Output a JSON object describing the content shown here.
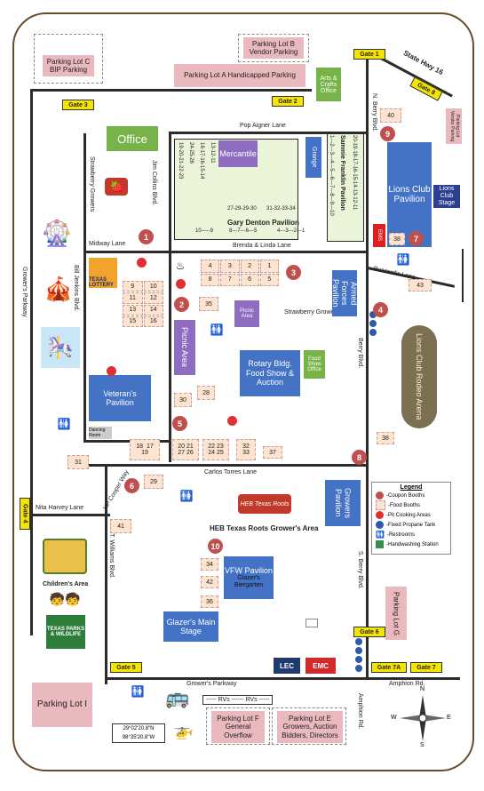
{
  "colors": {
    "road": "#2b2b2b",
    "pavilion": "#4472c4",
    "parking": "#e9b9bd",
    "booth": "#fce4d0",
    "gate": "#f5e400",
    "coupon": "#c0504d",
    "office": "#77b349",
    "picnic": "#8e6cc0"
  },
  "gates": {
    "g1": "Gate 1",
    "g2": "Gate 2",
    "g3": "Gate 3",
    "g4": "Gate 4",
    "g5": "Gate 5",
    "g6": "Gate 6",
    "g7a": "Gate 7A",
    "g7": "Gate 7",
    "g8": "Gate 8"
  },
  "parking": {
    "lot_c": "Parking Lot C BIP Parking",
    "lot_b": "Parking Lot B Vendor Parking",
    "lot_a": "Parking Lot A Handicapped Parking",
    "lot_g": "Parking Lot G",
    "lot_i": "Parking Lot I",
    "lot_f": "Parking Lot F General Overflow",
    "lot_e": "Parking Lot E Growers, Auction Bidders, Directors",
    "vendor_small": "Parking Lot Vendor Parking"
  },
  "roads": {
    "hwy16": "State Hwy 16",
    "pop_aigner": "Pop Aigner Lane",
    "n_berry": "N. Berry Blvd.",
    "jim_collins": "Jim Collins Blvd.",
    "midway": "Midway Lane",
    "brenda_linda": "Brenda & Linda Lane",
    "buzzard": "Buzzard's Lane",
    "bill_jenkins": "Bill Jenkins Blvd.",
    "growers_parkway_v": "Grower's Parkway",
    "berry_blvd": "Berry Blvd.",
    "carlos_torres": "Carlos Torres Lane",
    "nita_harvey": "Nita Harvey Lane",
    "hp_cooper": "HP Cooper Way",
    "t_williams": "T. Williams Blvd.",
    "s_berry": "S. Berry Blvd.",
    "growers_parkway_h": "Grower's Parkway",
    "amphion_rd": "Amphion Rd.",
    "amphion_rd_v": "Amphion Rd."
  },
  "buildings": {
    "office": "Office",
    "arts_crafts": "Arts & Crafts Office",
    "mercantile": "Mercantile",
    "grange": "Grange",
    "gary_denton": "Gary Denton Pavilion",
    "sammie_franklin": "Sammie Franklin Pavilion",
    "lions_club_pavilion": "Lions Club Pavilion",
    "lions_club_stage": "Lions Club Stage",
    "ems": "EMS",
    "armed_forces": "Armed Forces Pavilion",
    "picnic_area": "Picnic Area",
    "picnic_area_small": "Picnic Area",
    "rotary": "Rotary Bldg. Food Show & Auction",
    "food_show_office": "Food Show Office",
    "lions_rodeo": "Lions Club Rodeo Arena",
    "veterans": "Veteran's Pavilion",
    "growers_pavilion": "Growers Pavilion",
    "vfw": "VFW Pavilion",
    "glazers_biergarten": "Glazer's Biergarten",
    "glazers_stage": "Glazer's Main Stage",
    "lec": "LEC",
    "emc": "EMC",
    "heb": "HEB Texas Roots Grower's Area",
    "heb_logo": "HEB Texas Roots",
    "strawberry_growers_left": "Strawberry Growers",
    "strawberry_growers_mid": "Strawberry Growers",
    "childrens_area": "Children's Area",
    "texas_lottery": "TEXAS LOTTERY",
    "tpwd": "TEXAS PARKS & WILDLIFE",
    "dancing_room": "Dancing Room"
  },
  "gary_denton_rows": {
    "r1": "19-20-21-22-23",
    "r2": "24-25-26",
    "r3": "18-17-16-15-14",
    "r4": "13-12-11",
    "r5": "27-29-29-30",
    "r6": "31-32-33-34",
    "r7": "10-----9",
    "r8": "8---7---6---5",
    "r9": "4---3---2---1"
  },
  "sammie_rows": {
    "r1": "1---2---3---4---5---6---7---8---9---10",
    "r2": "20-19-18-17-16-15-14-13-12-11"
  },
  "booths": {
    "b40": "40",
    "b38": "38",
    "b43": "43",
    "b38b": "38",
    "b35": "35",
    "b28": "28",
    "b30": "30",
    "b31": "31",
    "b29": "29",
    "b41": "41",
    "b37": "37",
    "b34": "34",
    "b42": "42",
    "b36": "36",
    "grid1": [
      "4",
      "3",
      "2",
      "1",
      "8",
      "7",
      "6",
      "5"
    ],
    "grid2": [
      "9",
      "10",
      "11",
      "12",
      "13",
      "14",
      "15",
      "16"
    ],
    "g17": "18  17\n19",
    "g20": "20 21\n27 26",
    "g22": "22 23\n24 25",
    "g32": "32\n33"
  },
  "coupons": [
    "1",
    "2",
    "3",
    "4",
    "5",
    "6",
    "7",
    "8",
    "9",
    "10"
  ],
  "legend": {
    "title": "Legend",
    "items": [
      "-Coupon Booths",
      "-Food Booths",
      "-Pit Cooking Areas",
      "-Fixed Propane Tank",
      "-Restrooms",
      "-Handwashing Station"
    ]
  },
  "rvs": "----- RVs ------ RVs -----",
  "coords": {
    "lat": "29°02'20.8\"N",
    "lon": "98°35'20.8\"W"
  },
  "compass": {
    "n": "N",
    "s": "S",
    "e": "E",
    "w": "W"
  }
}
